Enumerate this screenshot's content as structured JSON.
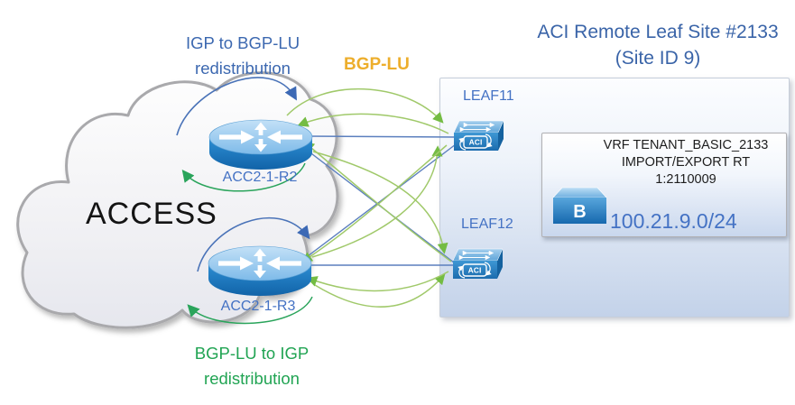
{
  "cloud": {
    "label": "ACCESS"
  },
  "routers": [
    {
      "name": "ACC2-1-R2"
    },
    {
      "name": "ACC2-1-R3"
    }
  ],
  "annotations": {
    "igp_to_bgp": "IGP to BGP-LU\nredistribution",
    "bgp_lu": "BGP-LU",
    "bgp_to_igp": "BGP-LU to IGP\nredistribution"
  },
  "site": {
    "title": "ACI Remote Leaf Site #2133\n(Site ID 9)",
    "leaves": [
      {
        "name": "LEAF11"
      },
      {
        "name": "LEAF12"
      }
    ],
    "vrf": {
      "info": "VRF TENANT_BASIC_2133\nIMPORT/EXPORT RT\n1:2110009",
      "bridge_domain_label": "B",
      "subnet": "100.21.9.0/24"
    }
  },
  "icons": {
    "aci_label": "ACI",
    "router_icon": "cisco-router",
    "leaf_icon": "aci-leaf-switch",
    "bridge_domain_icon": "bridge-domain-cube"
  },
  "colors": {
    "label_blue": "#3c68b0",
    "name_blue": "#4472c4",
    "title_blue": "#3a64a8",
    "gold": "#edae2c",
    "green_text": "#21a453",
    "mesh_blue_line": "#5b7fbe",
    "mesh_green_arc": "#a0c96a",
    "site_box_fill": "#c3d2e9"
  }
}
